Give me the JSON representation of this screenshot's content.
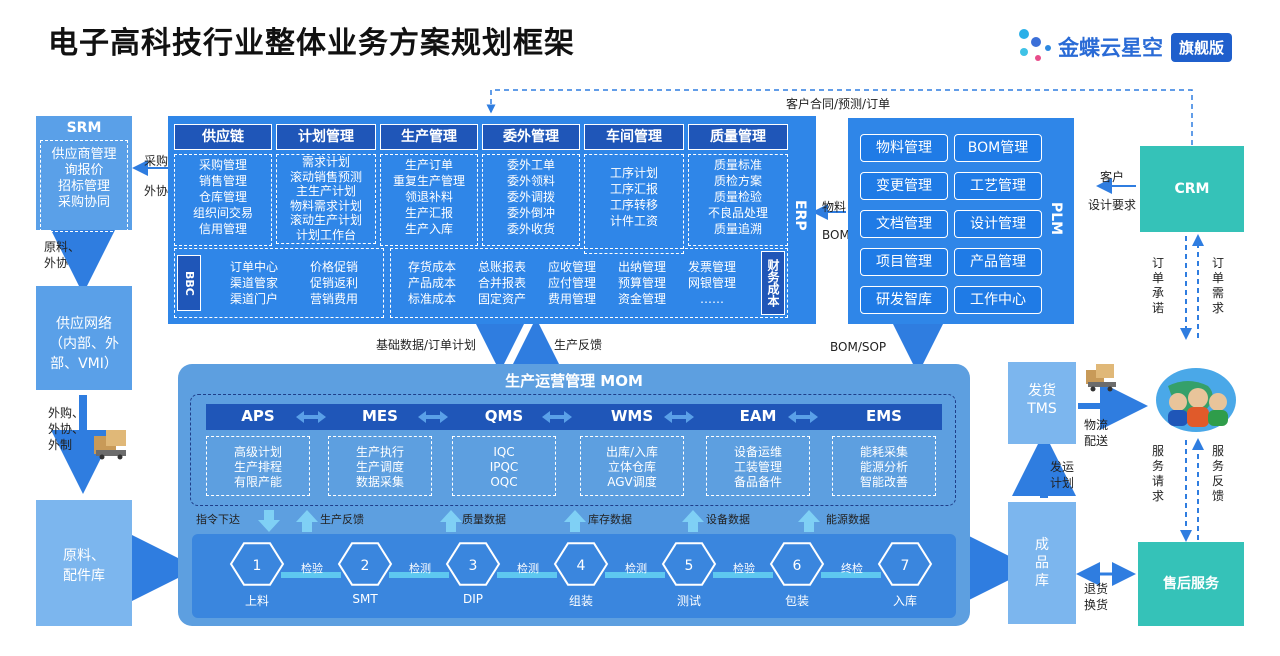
{
  "title": "电子高科技行业整体业务方案规划框架",
  "logo": {
    "brand": "金蝶云星空",
    "badge": "旗舰版"
  },
  "top_label": "客户合同/预测/订单",
  "srm": {
    "title": "SRM",
    "items": [
      "供应商管理",
      "询报价",
      "招标管理",
      "采购协同"
    ]
  },
  "srm_arrow": {
    "label1": "采购",
    "label2": "外协"
  },
  "raw_out": {
    "label1": "原料、",
    "label2": "外协"
  },
  "supply_net": {
    "label": "供应网络\n（内部、外部、VMI）"
  },
  "outsource": {
    "label1": "外购、",
    "label2": "外协、",
    "label3": "外制"
  },
  "raw_store": {
    "label": "原料、\n配件库"
  },
  "erp": {
    "side_label": "ERP",
    "headers": [
      "供应链",
      "计划管理",
      "生产管理",
      "委外管理",
      "车间管理",
      "质量管理"
    ],
    "columns": [
      [
        "采购管理",
        "销售管理",
        "仓库管理",
        "组织间交易",
        "信用管理"
      ],
      [
        "需求计划",
        "滚动销售预测",
        "主生产计划",
        "物料需求计划",
        "滚动生产计划",
        "计划工作台"
      ],
      [
        "生产订单",
        "重复生产管理",
        "领退补料",
        "生产汇报",
        "生产入库"
      ],
      [
        "委外工单",
        "委外领料",
        "委外调拨",
        "委外倒冲",
        "委外收货"
      ],
      [
        "工序计划",
        "工序汇报",
        "工序转移",
        "计件工资"
      ],
      [
        "质量标准",
        "质检方案",
        "质量检验",
        "不良品处理",
        "质量追溯"
      ]
    ],
    "bbc": {
      "label": "BBC",
      "col1": [
        "订单中心",
        "渠道管家",
        "渠道门户"
      ],
      "col2": [
        "价格促销",
        "促销返利",
        "营销费用"
      ]
    },
    "finance": {
      "label": "财务成本",
      "cols": [
        [
          "存货成本",
          "产品成本",
          "标准成本"
        ],
        [
          "总账报表",
          "合并报表",
          "固定资产"
        ],
        [
          "应收管理",
          "应付管理",
          "费用管理"
        ],
        [
          "出纳管理",
          "预算管理",
          "资金管理"
        ],
        [
          "发票管理",
          "网银管理",
          "……"
        ]
      ]
    }
  },
  "plm": {
    "side_label": "PLM",
    "items": [
      "物料管理",
      "BOM管理",
      "变更管理",
      "工艺管理",
      "文档管理",
      "设计管理",
      "项目管理",
      "产品管理",
      "研发智库",
      "工作中心"
    ]
  },
  "plm_erp_label": {
    "l1": "物料",
    "l2": "BOM"
  },
  "crm": {
    "label": "CRM"
  },
  "crm_plm_label": {
    "l1": "客户",
    "l2": "设计要求"
  },
  "order_labels": {
    "left": "订\n单\n承\n诺",
    "right": "订\n单\n需\n求"
  },
  "erp_mom_labels": {
    "down": "基础数据/订单计划",
    "up": "生产反馈"
  },
  "bom_sop": "BOM/SOP",
  "mom": {
    "title": "生产运营管理 MOM",
    "modules": [
      "APS",
      "MES",
      "QMS",
      "WMS",
      "EAM",
      "EMS"
    ],
    "details": [
      [
        "高级计划",
        "生产排程",
        "有限产能"
      ],
      [
        "生产执行",
        "生产调度",
        "数据采集"
      ],
      [
        "IQC",
        "IPQC",
        "OQC"
      ],
      [
        "出库/入库",
        "立体仓库",
        "AGV调度"
      ],
      [
        "设备运维",
        "工装管理",
        "备品备件"
      ],
      [
        "能耗采集",
        "能源分析",
        "智能改善"
      ]
    ],
    "flow_labels": [
      "指令下达",
      "生产反馈",
      "质量数据",
      "库存数据",
      "设备数据",
      "能源数据"
    ],
    "steps": [
      {
        "num": "1",
        "name": "上料"
      },
      {
        "num": "2",
        "name": "SMT"
      },
      {
        "num": "3",
        "name": "DIP"
      },
      {
        "num": "4",
        "name": "组装"
      },
      {
        "num": "5",
        "name": "测试"
      },
      {
        "num": "6",
        "name": "包装"
      },
      {
        "num": "7",
        "name": "入库"
      }
    ],
    "links": [
      "检验",
      "检测",
      "检测",
      "检测",
      "检验",
      "终检"
    ]
  },
  "finished_store": {
    "label": "成\n品\n库"
  },
  "tms": {
    "label": "发货\nTMS"
  },
  "ship_label": {
    "l1": "发运",
    "l2": "计划"
  },
  "logistics_label": {
    "l1": "物流",
    "l2": "配送"
  },
  "service_labels": {
    "left": "服\n务\n请\n求",
    "right": "服\n务\n反\n馈"
  },
  "return_label": {
    "l1": "退货",
    "l2": "换货"
  },
  "after_sales": {
    "label": "售后服务"
  },
  "colors": {
    "dark": "#1f56b8",
    "mid": "#5aa0e8",
    "arrow": "#2f7de0",
    "teal": "#35c2b8"
  }
}
